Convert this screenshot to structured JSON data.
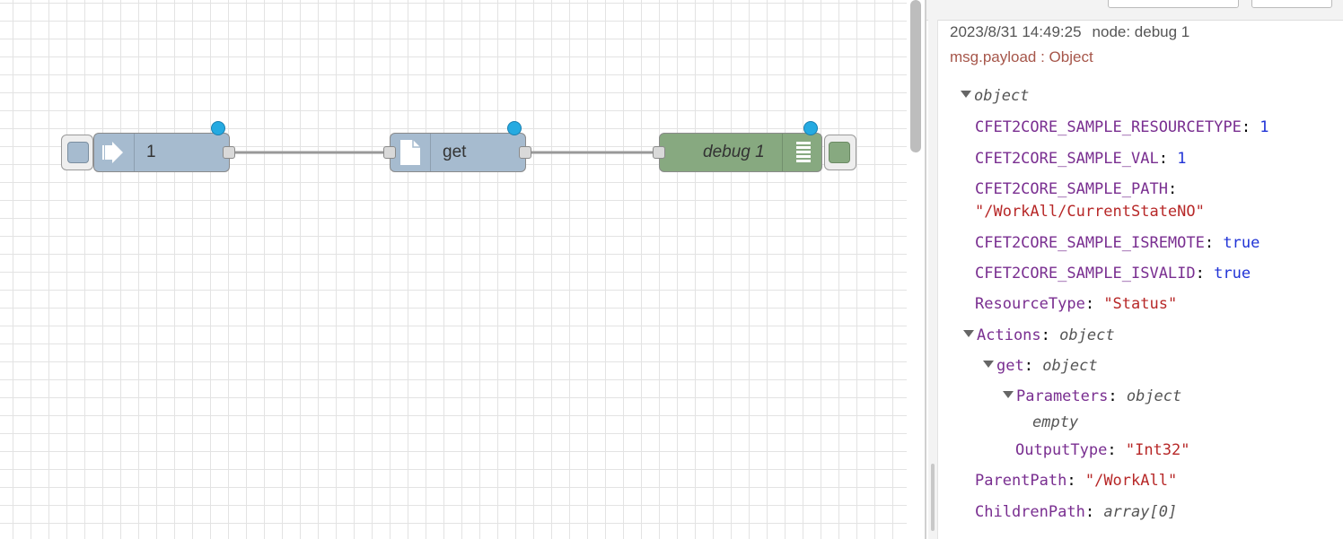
{
  "canvas": {
    "nodes": {
      "inject": {
        "label": "1",
        "color": "#a6bbcf"
      },
      "file": {
        "label": "get",
        "color": "#a6bbcf"
      },
      "debug": {
        "label": "debug 1",
        "color": "#87a980"
      }
    }
  },
  "debug": {
    "timestamp": "2023/8/31 14:49:25",
    "node": "node: debug 1",
    "topic": "msg.payload : Object",
    "root_type": "object",
    "fields": [
      {
        "key": "CFET2CORE_SAMPLE_RESOURCETYPE",
        "sep": ": ",
        "value": "1"
      },
      {
        "key": "CFET2CORE_SAMPLE_VAL",
        "sep": ": ",
        "value": "1"
      },
      {
        "key": "CFET2CORE_SAMPLE_PATH",
        "sep": ":",
        "value": "\"/WorkAll/CurrentStateNO\""
      },
      {
        "key": "CFET2CORE_SAMPLE_ISREMOTE",
        "sep": ": ",
        "value": "true"
      },
      {
        "key": "CFET2CORE_SAMPLE_ISVALID",
        "sep": ": ",
        "value": "true"
      },
      {
        "key": "ResourceType",
        "sep": ": ",
        "value": "\"Status\""
      }
    ],
    "actions": {
      "key": "Actions",
      "sep": ": ",
      "type": "object",
      "get": {
        "key": "get",
        "sep": ": ",
        "type": "object"
      },
      "parameters": {
        "key": "Parameters",
        "sep": ": ",
        "type": "object",
        "empty": "empty"
      },
      "output_type": {
        "key": "OutputType",
        "sep": ": ",
        "value": "\"Int32\""
      }
    },
    "parent_path": {
      "key": "ParentPath",
      "sep": ": ",
      "value": "\"/WorkAll\""
    },
    "children_path": {
      "key": "ChildrenPath",
      "sep": ": ",
      "type": "array[0]"
    }
  },
  "colors": {
    "key": "#792e90",
    "number": "#2033d6",
    "string": "#b72828",
    "status_dot": "#25aae1"
  }
}
